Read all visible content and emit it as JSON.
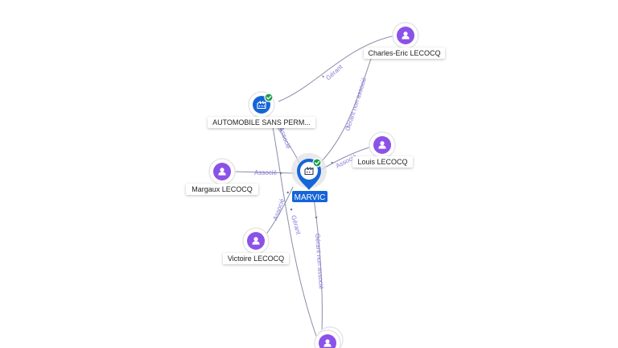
{
  "nodes": {
    "charles": {
      "label": "Charles-Eric LECOCQ",
      "icon": "person-icon"
    },
    "automobile": {
      "label": "AUTOMOBILE SANS PERM...",
      "icon": "company-icon",
      "verified": true
    },
    "louis": {
      "label": "Louis LECOCQ",
      "icon": "person-icon"
    },
    "margaux": {
      "label": "Margaux LECOCQ",
      "icon": "person-icon"
    },
    "marvic": {
      "label": "MARVIC",
      "icon": "company-icon",
      "verified": true
    },
    "victoire": {
      "label": "Victoire LECOCQ",
      "icon": "person-icon"
    },
    "bottom": {
      "label": "",
      "icon": "person-icon"
    }
  },
  "edges": {
    "charles_automobile": "Gérant",
    "charles_marvic": "Gérant non associé",
    "automobile_marvic": "Associé",
    "louis_marvic": "Associé",
    "margaux_marvic": "Associé",
    "victoire_marvic": "Associé",
    "automobile_bottom": "Gérant",
    "bottom_marvic": "Gérant non associé"
  },
  "colors": {
    "person": "#8b52e8",
    "company": "#1565d8",
    "verified": "#1e9e4a",
    "edge": "#8a8fa8",
    "edge_label": "#8a7ad8"
  }
}
